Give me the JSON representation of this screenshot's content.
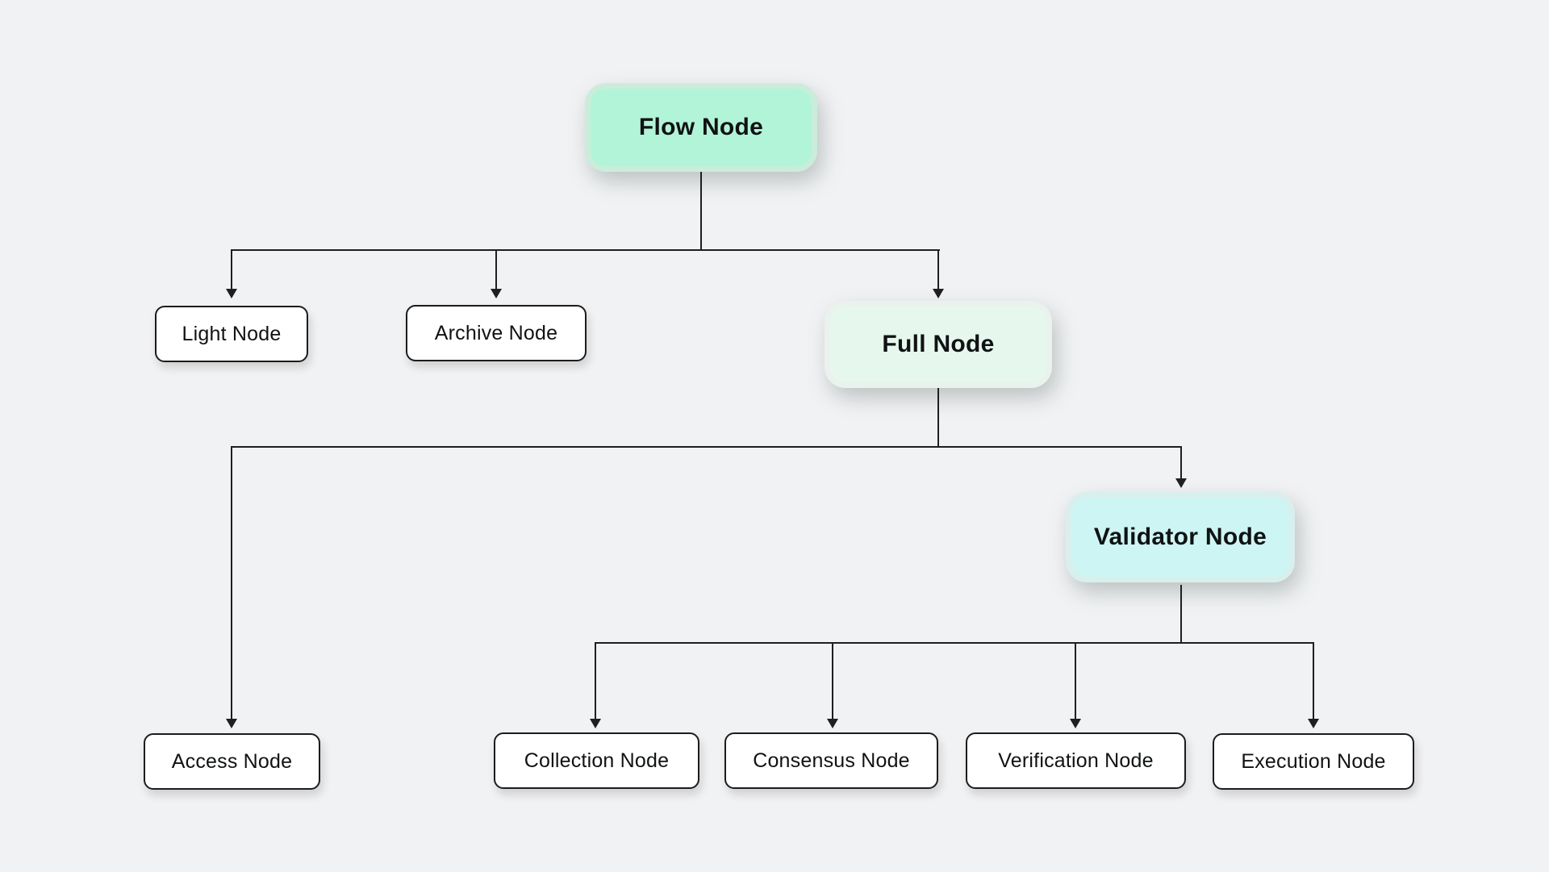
{
  "diagram": {
    "nodes": {
      "flow": {
        "label": "Flow Node",
        "fill": "#b2f4d8",
        "rim": "#c9edda"
      },
      "light": {
        "label": "Light Node",
        "fill": "#ffffff"
      },
      "archive": {
        "label": "Archive Node",
        "fill": "#ffffff"
      },
      "full": {
        "label": "Full Node",
        "fill": "#e6f8ee",
        "rim": "#e9f2ed"
      },
      "validator": {
        "label": "Validator Node",
        "fill": "#cdf5f3",
        "rim": "#d9efee"
      },
      "access": {
        "label": "Access Node",
        "fill": "#ffffff"
      },
      "collection": {
        "label": "Collection Node",
        "fill": "#ffffff"
      },
      "consensus": {
        "label": "Consensus Node",
        "fill": "#ffffff"
      },
      "verification": {
        "label": "Verification Node",
        "fill": "#ffffff"
      },
      "execution": {
        "label": "Execution Node",
        "fill": "#ffffff"
      }
    },
    "colors": {
      "background": "#f1f2f4",
      "connector": "#1f1f1f",
      "small_node_border": "#1c1c1c",
      "text": "#101214"
    }
  }
}
